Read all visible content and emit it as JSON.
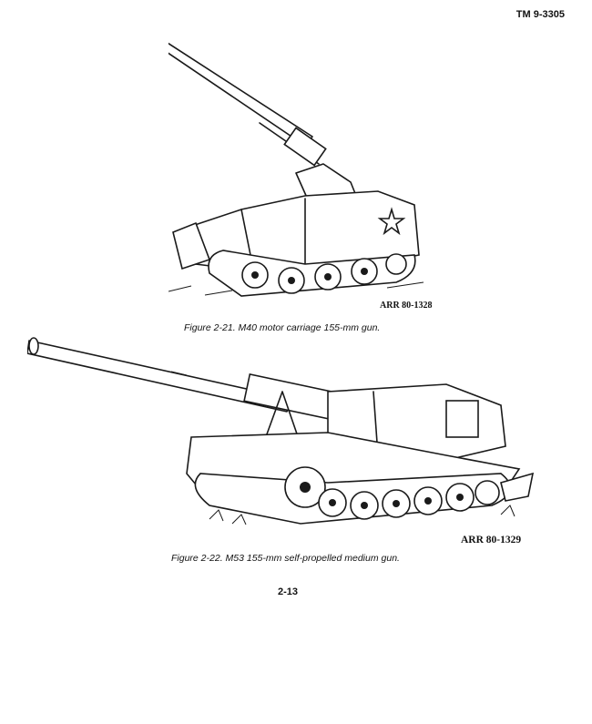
{
  "header": {
    "doc_number": "TM 9-3305"
  },
  "figures": [
    {
      "image_tag": "ARR 80-1328",
      "caption": "Figure 2-21.  M40 motor carriage 155-mm gun."
    },
    {
      "image_tag": "ARR 80-1329",
      "caption": "Figure 2-22.  M53 155-mm self-propelled medium gun."
    }
  ],
  "page_number": "2-13"
}
